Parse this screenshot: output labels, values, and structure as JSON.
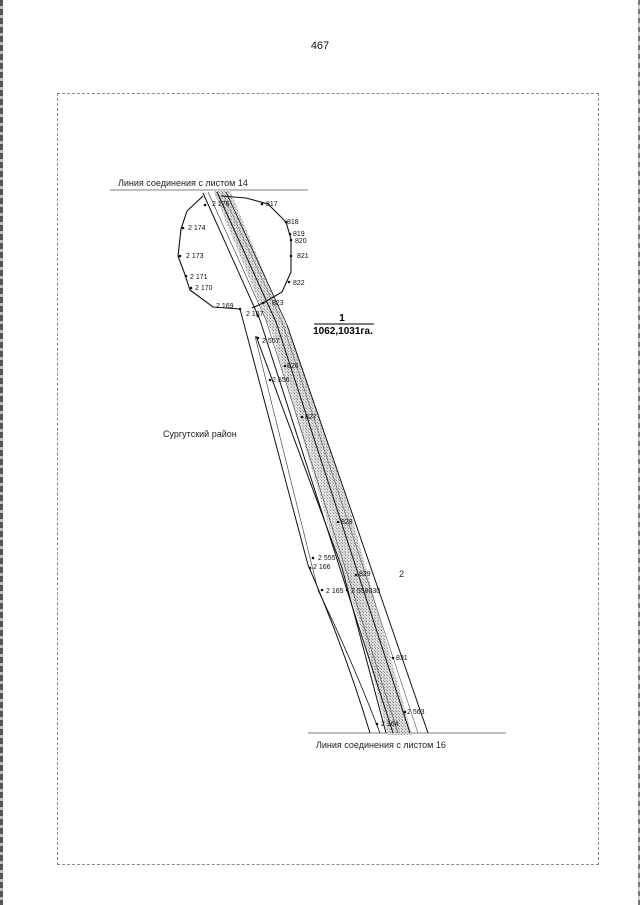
{
  "page": {
    "number": "467"
  },
  "sheet_links": {
    "top": "Линия соединения с листом 14",
    "bottom": "Линия соединения с листом 16"
  },
  "district": "Сургутский район",
  "plots": [
    {
      "number": "1",
      "area": "1062,1031га."
    },
    {
      "number": "2"
    }
  ],
  "point_labels": {
    "p2176": "2 176",
    "p817": "817",
    "p818": "818",
    "p819": "819",
    "p820": "820",
    "p821": "821",
    "p822": "822",
    "p823": "823",
    "p2174": "2 174",
    "p2173": "2 173",
    "p2171": "2 171",
    "p2170": "2 170",
    "p2169": "2 169",
    "p2167": "2 167",
    "p2557": "2 557",
    "p826": "826",
    "p2556": "2 556",
    "p827": "827",
    "p828": "828",
    "p2555": "2 555",
    "p2166": "2 166",
    "p829": "829",
    "p2165": "2 165",
    "p2558030": "2 558030",
    "p831": "831",
    "p2563": "2 563",
    "p2164": "2 164"
  },
  "colors": {
    "line": "#111111",
    "hatch": "#b3b3b3",
    "frame": "#8a8a8a"
  }
}
